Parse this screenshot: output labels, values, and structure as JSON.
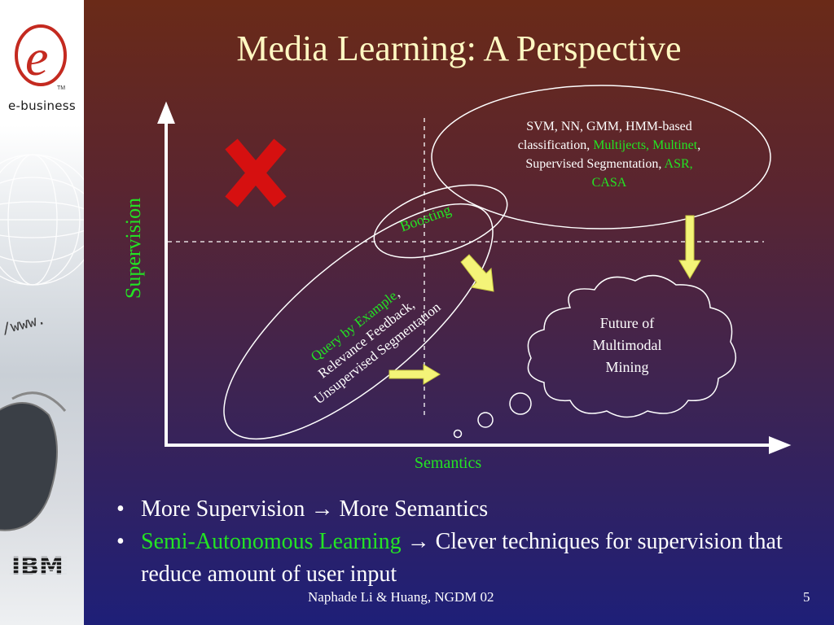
{
  "brand": {
    "ebusiness": "e-business",
    "www": "/www.",
    "ibm": "IBM"
  },
  "title": "Media Learning: A Perspective",
  "diagram": {
    "y_axis_label": "Supervision",
    "x_axis_label": "Semantics",
    "top_ellipse": {
      "line1": "SVM, NN, GMM, HMM-based",
      "line2_prefix": "classification, ",
      "line2_green": "Multijects, Multinet",
      "line2_suffix": ",",
      "line3_prefix": "Supervised Segmentation, ",
      "line3_green": "ASR,",
      "line4_green": "CASA"
    },
    "boosting": "Boosting",
    "lower_ellipse": {
      "line1_green": "Query by Example",
      "line1_suffix": ",",
      "line2": "Relevance Feedback,",
      "line3": "Unsupervised Segmentation"
    },
    "cloud": {
      "line1": "Future of",
      "line2": "Multimodal",
      "line3": "Mining"
    }
  },
  "bullets": [
    {
      "white1": "More Supervision ",
      "arrow": "→",
      "white2": " More Semantics",
      "green": ""
    },
    {
      "green": "Semi-Autonomous Learning",
      "arrow": "→",
      "white2": " Clever techniques for supervision that reduce amount of user input"
    }
  ],
  "footer": {
    "text": "Naphade Li & Huang, NGDM 02",
    "page": "5"
  },
  "colors": {
    "title": "#fff8c2",
    "accent_green": "#23e423",
    "arrow_yellow": "#f4f478",
    "x_mark": "#d61010"
  }
}
